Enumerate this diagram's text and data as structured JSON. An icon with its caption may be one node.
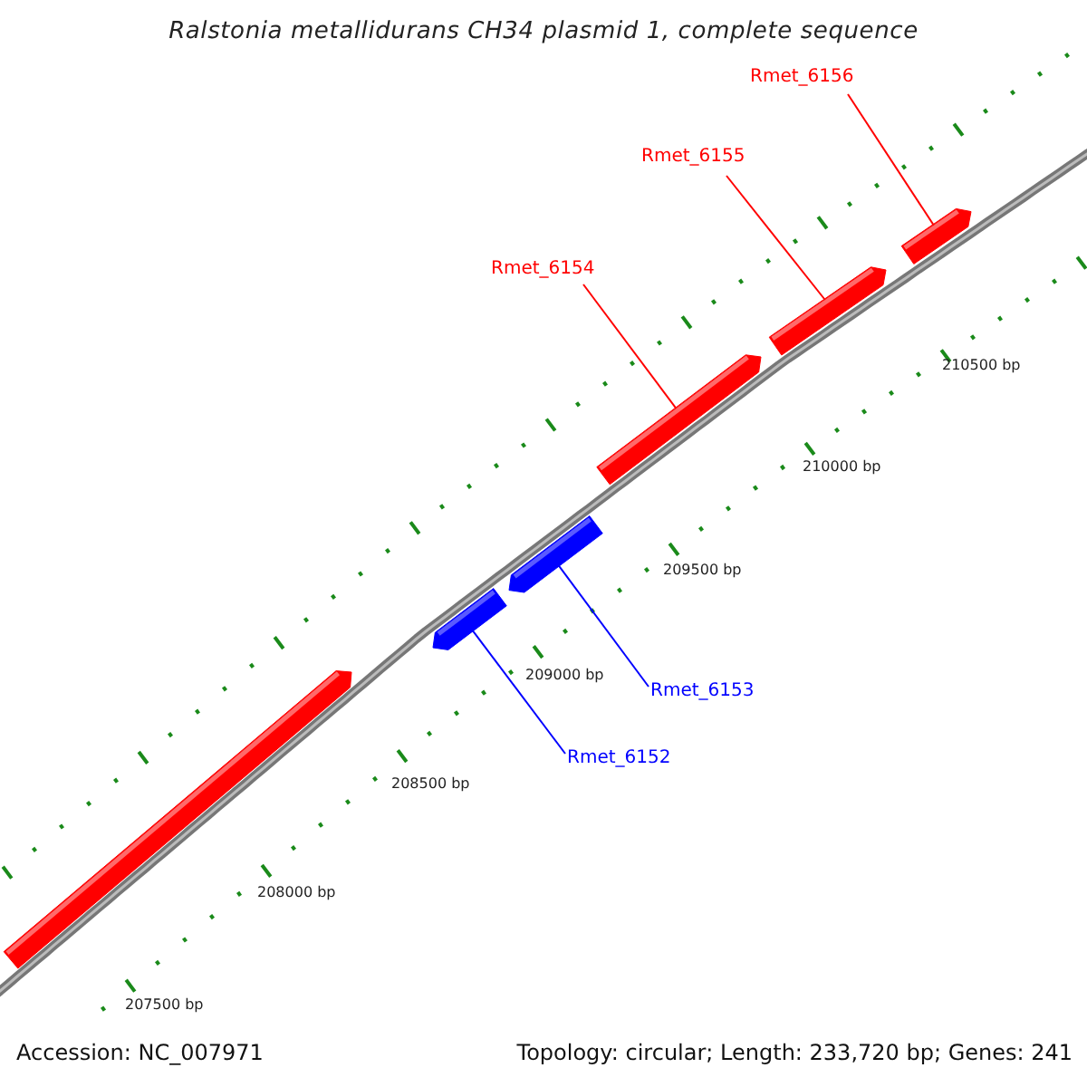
{
  "diagram": {
    "title": "Ralstonia metallidurans CH34 plasmid 1, complete sequence",
    "nodes": [
      {
        "text": [
          "Rmet_6156"
        ]
      },
      {
        "text": [
          "Rmet_6155"
        ]
      },
      {
        "text": [
          "Rmet_6154"
        ]
      },
      {
        "text": [
          "Rmet_6153"
        ]
      },
      {
        "text": [
          "Rmet_6152"
        ]
      },
      {
        "text": [],
        "shape": "bar"
      },
      {
        "text": [],
        "shape": "bar"
      },
      {
        "text": [],
        "shape": "bar"
      },
      {
        "text": [],
        "shape": "bar"
      },
      {
        "text": [],
        "shape": "bar"
      },
      {
        "text": [],
        "shape": "bar"
      }
    ],
    "edges": [
      {
        "from": 0,
        "to": 10,
        "arrow": "none"
      },
      {
        "from": 1,
        "to": 9,
        "arrow": "none"
      },
      {
        "from": 2,
        "to": 8,
        "arrow": "none"
      },
      {
        "from": 3,
        "to": 7,
        "arrow": "none",
        "color": "#0000ff"
      },
      {
        "from": 4,
        "to": 6,
        "arrow": "none",
        "color": "#0000ff"
      }
    ],
    "labels": [
      "210500 bp",
      "210000 bp",
      "209500 bp",
      "209000 bp",
      "208500 bp",
      "208000 bp",
      "207500 bp",
      "Accession: NC_007971",
      "Topology: circular; Length: 233,720 bp; Genes: 241"
    ]
  }
}
